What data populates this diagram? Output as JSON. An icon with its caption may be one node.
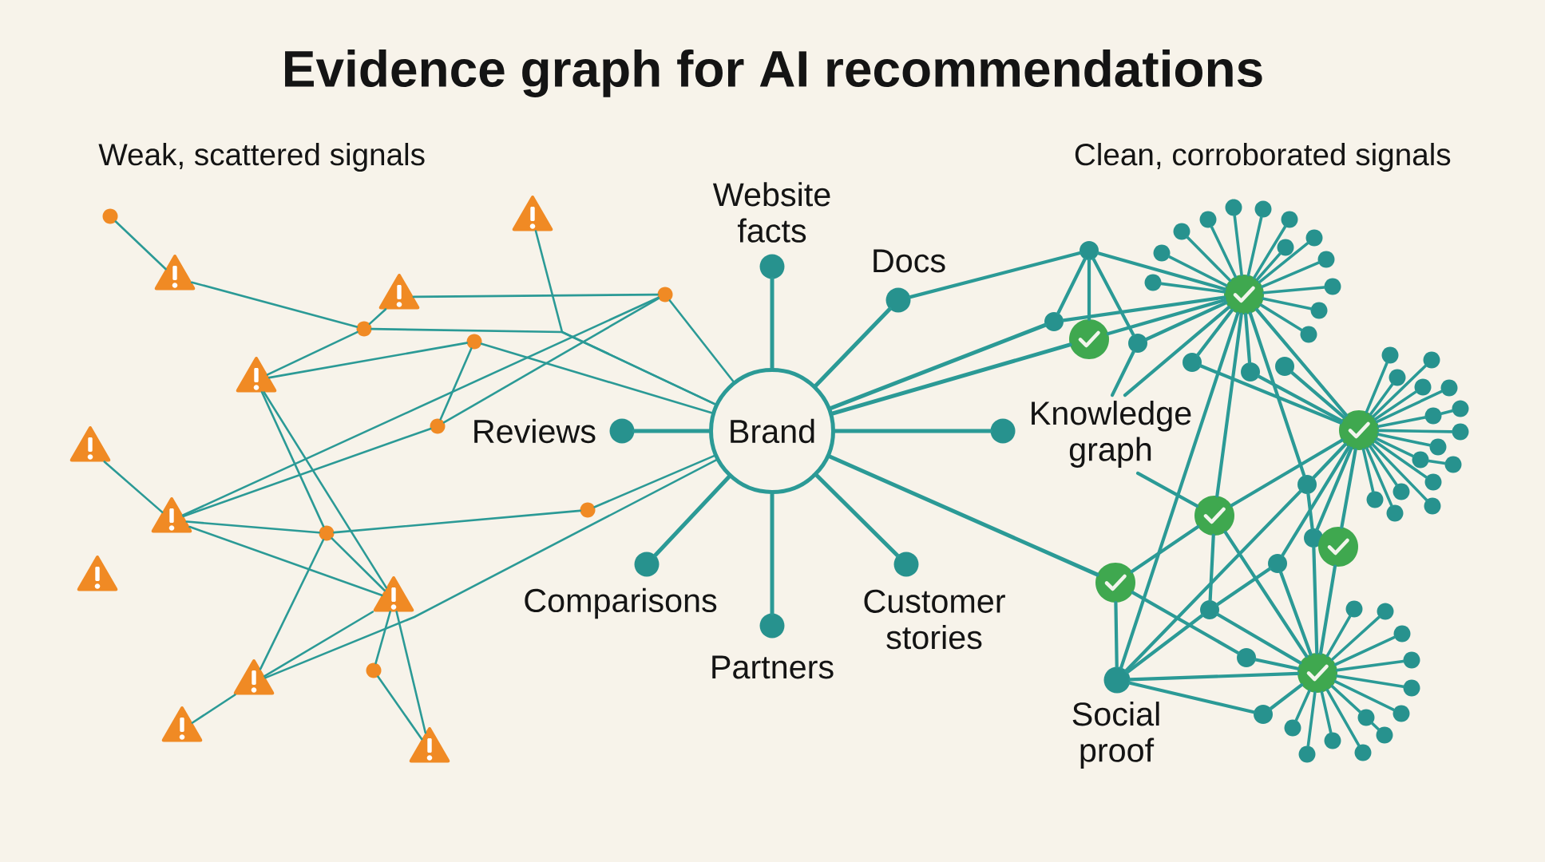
{
  "diagram": {
    "title": "Evidence graph for AI recommendations",
    "nodes": [
      {
        "text": [],
        "shape": "circle"
      },
      {
        "text": [],
        "shape": "triangle"
      },
      {
        "text": [],
        "shape": "triangle"
      },
      {
        "text": [],
        "shape": "triangle"
      },
      {
        "text": [],
        "shape": "circle"
      },
      {
        "text": [],
        "shape": "circle"
      },
      {
        "text": [],
        "shape": "circle"
      },
      {
        "text": [],
        "shape": "triangle"
      },
      {
        "text": [],
        "shape": "circle"
      },
      {
        "text": [],
        "shape": "triangle"
      },
      {
        "text": [],
        "shape": "circle"
      },
      {
        "text": [],
        "shape": "triangle"
      },
      {
        "text": [],
        "shape": "circle"
      },
      {
        "text": [],
        "shape": "triangle"
      },
      {
        "text": [],
        "shape": "triangle"
      },
      {
        "text": [],
        "shape": "circle"
      },
      {
        "text": [],
        "shape": "triangle"
      },
      {
        "text": [],
        "shape": "triangle"
      },
      {
        "text": [],
        "shape": "triangle"
      },
      {
        "text": [
          "Website facts"
        ]
      },
      {
        "text": [
          "Docs"
        ]
      },
      {
        "text": [
          "Reviews"
        ]
      },
      {
        "text": [
          "Brand"
        ]
      },
      {
        "text": [
          "Knowledge graph"
        ]
      },
      {
        "text": [
          "Comparisons"
        ]
      },
      {
        "text": [
          "Customer stories"
        ]
      },
      {
        "text": [
          "Partners"
        ]
      },
      {
        "text": [],
        "shape": "circle"
      },
      {
        "text": [],
        "shape": "circle"
      },
      {
        "text": [],
        "shape": "circle"
      },
      {
        "text": [],
        "shape": "circle"
      },
      {
        "text": [],
        "shape": "circle"
      },
      {
        "text": [],
        "shape": "circle"
      },
      {
        "text": [],
        "shape": "circle"
      },
      {
        "text": [],
        "shape": "circle"
      },
      {
        "text": [],
        "shape": "circle"
      },
      {
        "text": [],
        "shape": "circle"
      },
      {
        "text": [],
        "shape": "circle"
      },
      {
        "text": [],
        "shape": "circle"
      },
      {
        "text": [],
        "shape": "circle"
      },
      {
        "text": [],
        "shape": "circle"
      },
      {
        "text": [],
        "shape": "circle"
      },
      {
        "text": [],
        "shape": "circle"
      },
      {
        "text": [],
        "shape": "circle"
      },
      {
        "text": [],
        "shape": "circle"
      },
      {
        "text": [
          "Social proof"
        ]
      },
      {
        "text": [],
        "shape": "circle"
      },
      {
        "text": [],
        "shape": "circle"
      },
      {
        "text": [],
        "shape": "circle"
      },
      {
        "text": [],
        "shape": "circle"
      },
      {
        "text": [],
        "shape": "circle"
      },
      {
        "text": [],
        "shape": "circle"
      },
      {
        "text": [],
        "shape": "circle"
      },
      {
        "text": [],
        "shape": "circle"
      },
      {
        "text": [],
        "shape": "circle"
      },
      {
        "text": [],
        "shape": "circle"
      },
      {
        "text": [],
        "shape": "circle"
      },
      {
        "text": [],
        "shape": "circle"
      },
      {
        "text": [],
        "shape": "circle"
      },
      {
        "text": [],
        "shape": "circle"
      },
      {
        "text": [],
        "shape": "circle"
      },
      {
        "text": [],
        "shape": "circle"
      },
      {
        "text": [],
        "shape": "circle"
      },
      {
        "text": [],
        "shape": "circle"
      },
      {
        "text": [],
        "shape": "circle"
      },
      {
        "text": [],
        "shape": "circle"
      },
      {
        "text": [],
        "shape": "circle"
      },
      {
        "text": [],
        "shape": "circle"
      },
      {
        "text": [],
        "shape": "circle"
      },
      {
        "text": [],
        "shape": "circle"
      },
      {
        "text": [],
        "shape": "circle"
      },
      {
        "text": [],
        "shape": "circle"
      },
      {
        "text": [],
        "shape": "circle"
      },
      {
        "text": [],
        "shape": "circle"
      },
      {
        "text": [],
        "shape": "circle"
      },
      {
        "text": [],
        "shape": "circle"
      },
      {
        "text": [],
        "shape": "circle"
      },
      {
        "text": [],
        "shape": "circle"
      },
      {
        "text": [],
        "shape": "circle"
      },
      {
        "text": [],
        "shape": "circle"
      },
      {
        "text": [],
        "shape": "circle"
      },
      {
        "text": [],
        "shape": "circle"
      },
      {
        "text": [],
        "shape": "circle"
      },
      {
        "text": [],
        "shape": "circle"
      },
      {
        "text": [],
        "shape": "circle"
      },
      {
        "text": [],
        "shape": "circle"
      },
      {
        "text": [],
        "shape": "circle"
      },
      {
        "text": [],
        "shape": "circle"
      }
    ],
    "edges": [
      {
        "from": 0,
        "to": 1,
        "arrow": "none"
      },
      {
        "from": 1,
        "to": 5,
        "arrow": "none"
      },
      {
        "from": 3,
        "to": 5,
        "arrow": "none"
      },
      {
        "from": 3,
        "to": 4,
        "arrow": "none"
      },
      {
        "from": 5,
        "to": 22,
        "arrow": "none"
      },
      {
        "from": 2,
        "to": 22,
        "arrow": "none"
      },
      {
        "from": 5,
        "to": 7,
        "arrow": "none"
      },
      {
        "from": 6,
        "to": 7,
        "arrow": "none"
      },
      {
        "from": 6,
        "to": 8,
        "arrow": "none"
      },
      {
        "from": 6,
        "to": 22,
        "arrow": "none"
      },
      {
        "from": 4,
        "to": 22,
        "arrow": "none"
      },
      {
        "from": 4,
        "to": 8,
        "arrow": "none"
      },
      {
        "from": 4,
        "to": 11,
        "arrow": "none"
      },
      {
        "from": 7,
        "to": 12,
        "arrow": "none"
      },
      {
        "from": 7,
        "to": 14,
        "arrow": "none"
      },
      {
        "from": 9,
        "to": 11,
        "arrow": "none"
      },
      {
        "from": 8,
        "to": 11,
        "arrow": "none"
      },
      {
        "from": 11,
        "to": 12,
        "arrow": "none"
      },
      {
        "from": 11,
        "to": 14,
        "arrow": "none"
      },
      {
        "from": 12,
        "to": 10,
        "arrow": "none"
      },
      {
        "from": 10,
        "to": 22,
        "arrow": "none"
      },
      {
        "from": 16,
        "to": 22,
        "arrow": "none"
      },
      {
        "from": 16,
        "to": 12,
        "arrow": "none"
      },
      {
        "from": 16,
        "to": 14,
        "arrow": "none"
      },
      {
        "from": 17,
        "to": 16,
        "arrow": "none"
      },
      {
        "from": 12,
        "to": 14,
        "arrow": "none"
      },
      {
        "from": 14,
        "to": 15,
        "arrow": "none"
      },
      {
        "from": 14,
        "to": 18,
        "arrow": "none"
      },
      {
        "from": 15,
        "to": 18,
        "arrow": "none"
      },
      {
        "from": 22,
        "to": 19,
        "arrow": "none"
      },
      {
        "from": 22,
        "to": 20,
        "arrow": "none"
      },
      {
        "from": 22,
        "to": 21,
        "arrow": "none"
      },
      {
        "from": 22,
        "to": 23,
        "arrow": "none"
      },
      {
        "from": 22,
        "to": 24,
        "arrow": "none"
      },
      {
        "from": 22,
        "to": 26,
        "arrow": "none"
      },
      {
        "from": 22,
        "to": 25,
        "arrow": "none"
      },
      {
        "from": 22,
        "to": 29,
        "arrow": "none"
      },
      {
        "from": 22,
        "to": 30,
        "arrow": "none"
      },
      {
        "from": 22,
        "to": 41,
        "arrow": "none"
      },
      {
        "from": 20,
        "to": 27,
        "arrow": "none"
      },
      {
        "from": 27,
        "to": 28,
        "arrow": "none"
      },
      {
        "from": 27,
        "to": 29,
        "arrow": "none"
      },
      {
        "from": 27,
        "to": 30,
        "arrow": "none"
      },
      {
        "from": 27,
        "to": 31,
        "arrow": "none"
      },
      {
        "from": 29,
        "to": 28,
        "arrow": "none"
      },
      {
        "from": 30,
        "to": 28,
        "arrow": "none"
      },
      {
        "from": 31,
        "to": 28,
        "arrow": "none"
      },
      {
        "from": 31,
        "to": 23,
        "arrow": "none"
      },
      {
        "from": 28,
        "to": 23,
        "arrow": "none"
      },
      {
        "from": 23,
        "to": 37,
        "arrow": "none"
      },
      {
        "from": 28,
        "to": 32,
        "arrow": "none"
      },
      {
        "from": 28,
        "to": 33,
        "arrow": "none"
      },
      {
        "from": 28,
        "to": 37,
        "arrow": "none"
      },
      {
        "from": 28,
        "to": 45,
        "arrow": "none"
      },
      {
        "from": 28,
        "to": 36,
        "arrow": "none"
      },
      {
        "from": 28,
        "to": 35,
        "arrow": "none"
      },
      {
        "from": 32,
        "to": 35,
        "arrow": "none"
      },
      {
        "from": 33,
        "to": 35,
        "arrow": "none"
      },
      {
        "from": 34,
        "to": 35,
        "arrow": "none"
      },
      {
        "from": 36,
        "to": 35,
        "arrow": "none"
      },
      {
        "from": 37,
        "to": 35,
        "arrow": "none"
      },
      {
        "from": 40,
        "to": 35,
        "arrow": "none"
      },
      {
        "from": 38,
        "to": 35,
        "arrow": "none"
      },
      {
        "from": 39,
        "to": 35,
        "arrow": "none"
      },
      {
        "from": 36,
        "to": 38,
        "arrow": "none"
      },
      {
        "from": 36,
        "to": 45,
        "arrow": "none"
      },
      {
        "from": 38,
        "to": 44,
        "arrow": "none"
      },
      {
        "from": 39,
        "to": 44,
        "arrow": "none"
      },
      {
        "from": 40,
        "to": 42,
        "arrow": "none"
      },
      {
        "from": 40,
        "to": 44,
        "arrow": "none"
      },
      {
        "from": 37,
        "to": 42,
        "arrow": "none"
      },
      {
        "from": 37,
        "to": 41,
        "arrow": "none"
      },
      {
        "from": 37,
        "to": 44,
        "arrow": "none"
      },
      {
        "from": 41,
        "to": 45,
        "arrow": "none"
      },
      {
        "from": 41,
        "to": 43,
        "arrow": "none"
      },
      {
        "from": 42,
        "to": 45,
        "arrow": "none"
      },
      {
        "from": 42,
        "to": 44,
        "arrow": "none"
      },
      {
        "from": 43,
        "to": 44,
        "arrow": "none"
      },
      {
        "from": 45,
        "to": 44,
        "arrow": "none"
      },
      {
        "from": 45,
        "to": 46,
        "arrow": "none"
      },
      {
        "from": 46,
        "to": 44,
        "arrow": "none"
      },
      {
        "from": 28,
        "to": 47,
        "arrow": "none"
      },
      {
        "from": 28,
        "to": 48,
        "arrow": "none"
      },
      {
        "from": 28,
        "to": 49,
        "arrow": "none"
      },
      {
        "from": 28,
        "to": 50,
        "arrow": "none"
      },
      {
        "from": 28,
        "to": 51,
        "arrow": "none"
      },
      {
        "from": 28,
        "to": 52,
        "arrow": "none"
      },
      {
        "from": 28,
        "to": 53,
        "arrow": "none"
      },
      {
        "from": 28,
        "to": 54,
        "arrow": "none"
      },
      {
        "from": 28,
        "to": 55,
        "arrow": "none"
      },
      {
        "from": 28,
        "to": 56,
        "arrow": "none"
      },
      {
        "from": 28,
        "to": 57,
        "arrow": "none"
      },
      {
        "from": 28,
        "to": 58,
        "arrow": "none"
      },
      {
        "from": 28,
        "to": 59,
        "arrow": "none"
      },
      {
        "from": 35,
        "to": 60,
        "arrow": "none"
      },
      {
        "from": 35,
        "to": 61,
        "arrow": "none"
      },
      {
        "from": 35,
        "to": 62,
        "arrow": "none"
      },
      {
        "from": 35,
        "to": 63,
        "arrow": "none"
      },
      {
        "from": 35,
        "to": 64,
        "arrow": "none"
      },
      {
        "from": 35,
        "to": 66,
        "arrow": "none"
      },
      {
        "from": 35,
        "to": 67,
        "arrow": "none"
      },
      {
        "from": 35,
        "to": 68,
        "arrow": "none"
      },
      {
        "from": 35,
        "to": 70,
        "arrow": "none"
      },
      {
        "from": 35,
        "to": 71,
        "arrow": "none"
      },
      {
        "from": 35,
        "to": 72,
        "arrow": "none"
      },
      {
        "from": 35,
        "to": 73,
        "arrow": "none"
      },
      {
        "from": 35,
        "to": 74,
        "arrow": "none"
      },
      {
        "from": 35,
        "to": 75,
        "arrow": "none"
      },
      {
        "from": 66,
        "to": 65,
        "arrow": "none"
      },
      {
        "from": 70,
        "to": 69,
        "arrow": "none"
      },
      {
        "from": 44,
        "to": 76,
        "arrow": "none"
      },
      {
        "from": 44,
        "to": 77,
        "arrow": "none"
      },
      {
        "from": 44,
        "to": 78,
        "arrow": "none"
      },
      {
        "from": 44,
        "to": 79,
        "arrow": "none"
      },
      {
        "from": 44,
        "to": 80,
        "arrow": "none"
      },
      {
        "from": 44,
        "to": 81,
        "arrow": "none"
      },
      {
        "from": 44,
        "to": 82,
        "arrow": "none"
      },
      {
        "from": 82,
        "to": 83,
        "arrow": "none"
      },
      {
        "from": 44,
        "to": 84,
        "arrow": "none"
      },
      {
        "from": 44,
        "to": 85,
        "arrow": "none"
      },
      {
        "from": 44,
        "to": 86,
        "arrow": "none"
      },
      {
        "from": 44,
        "to": 87,
        "arrow": "none"
      }
    ],
    "labels": [
      "Weak, scattered signals",
      "Clean, corroborated signals"
    ]
  }
}
